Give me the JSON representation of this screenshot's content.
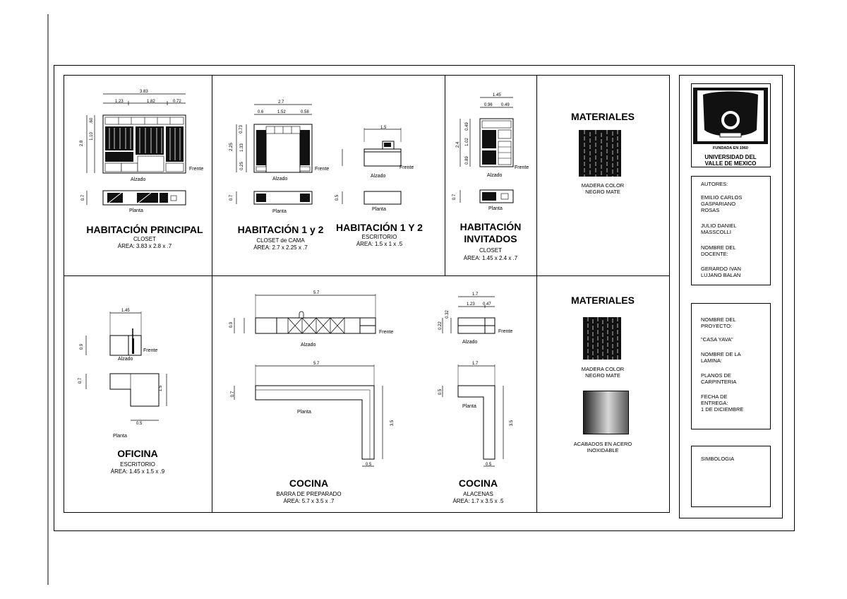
{
  "views": {
    "elevation": "Alzado",
    "plan": "Planta",
    "front": "Frente"
  },
  "panels": {
    "hab_principal": {
      "title": "HABITACIÓN PRINCIPAL",
      "subtitle": "CLOSET",
      "area": "ÁREA: 3.83 x 2.8 x .7",
      "dims": {
        "total": "3.83",
        "a": "1.23",
        "b": "1.82",
        "c": "0.72",
        "h": "2.8",
        "h1": ".60",
        "h2": "1.10",
        "d": "0.7"
      }
    },
    "hab_1y2_closet": {
      "title": "HABITACIÓN 1 y 2",
      "subtitle": "CLOSET de CAMA",
      "area": "ÁREA: 2.7 x 2.25 x .7",
      "dims": {
        "total": "2.7",
        "a": "0.6",
        "b": "1.52",
        "c": "0.58",
        "h": "2.25",
        "h1": "0.73",
        "h2": "1.33",
        "h3": "0.25",
        "d": "0.7"
      }
    },
    "hab_1y2_escritorio": {
      "title": "HABITACIÓN 1 Y 2",
      "subtitle": "ESCRITORIO",
      "area": "ÁREA: 1.5 x 1 x .5",
      "dims": {
        "total": "1.5",
        "d": "0.5"
      }
    },
    "hab_invitados": {
      "title_line1": "HABITACIÓN",
      "title_line2": "INVITADOS",
      "subtitle": "CLOSET",
      "area": "ÁREA: 1.45 x 2.4 x .7",
      "dims": {
        "total": "1.45",
        "a": "0.96",
        "b": "0.49",
        "h": "2.4",
        "h1": "0.49",
        "h2": "1.02",
        "h3": "0.89",
        "d": "0.7"
      }
    },
    "oficina": {
      "title": "OFICINA",
      "subtitle": "ESCRITORIO",
      "area": "ÁREA: 1.45 x 1.5 x .9",
      "dims": {
        "total": "1.45",
        "h": "0.9",
        "d": "0.7",
        "len": "1.5",
        "w": "0.5"
      }
    },
    "cocina_barra": {
      "title": "COCINA",
      "subtitle": "BARRA DE PREPARADO",
      "area": "ÁREA: 5.7 x 3.5 x .7",
      "dims": {
        "total": "5.7",
        "h": "0.9",
        "d": "0.7",
        "len": "3.5",
        "w": "0.5"
      }
    },
    "cocina_alacenas": {
      "title": "COCINA",
      "subtitle": "ALACENAS",
      "area": "ÁREA: 1.7 x 3.5 x .5",
      "dims": {
        "total": "1.7",
        "a": "1.23",
        "b": "0.47",
        "h1": "0.22",
        "h2": "0.32",
        "d": "0.5",
        "len": "3.5",
        "w": "0.5"
      }
    }
  },
  "materials": [
    {
      "heading": "MATERIALES",
      "label_line1": "MADERA COLOR",
      "label_line2": "NEGRO MATE"
    },
    {
      "heading": "MATERIALES",
      "label_line1": "MADERA COLOR",
      "label_line2": "NEGRO MATE",
      "label2_line1": "ACABADOS EN ACERO",
      "label2_line2": "INOXIDABLE"
    }
  ],
  "title_block": {
    "university_line1": "UNIVERSIDAD DEL",
    "university_line2": "VALLE DE MEXICO",
    "founded": "FUNDADA EN 1960",
    "authors_label": "AUTORES:",
    "author1_l1": "EMILIO CARLOS",
    "author1_l2": "GASPARIANO",
    "author1_l3": "ROSAS",
    "author2_l1": "JULIO DANIEL",
    "author2_l2": "MASSCOLLI",
    "teacher_label_l1": "NOMBRE DEL",
    "teacher_label_l2": "DOCENTE:",
    "teacher_l1": "GERARDO IVAN",
    "teacher_l2": "LUJANO BALAN",
    "project_label_l1": "NOMBRE DEL",
    "project_label_l2": "PROYECTO:",
    "project_name": "\"CASA YAVA\"",
    "sheet_label_l1": "NOMBRE DE LA",
    "sheet_label_l2": "LAMINA:",
    "sheet_l1": "PLANOS DE",
    "sheet_l2": "CARPINTERIA",
    "date_label_l1": "FECHA DE",
    "date_label_l2": "ENTREGA:",
    "date": "1 DE DICIEMBRE",
    "symbology": "SIMBOLOGIA"
  }
}
